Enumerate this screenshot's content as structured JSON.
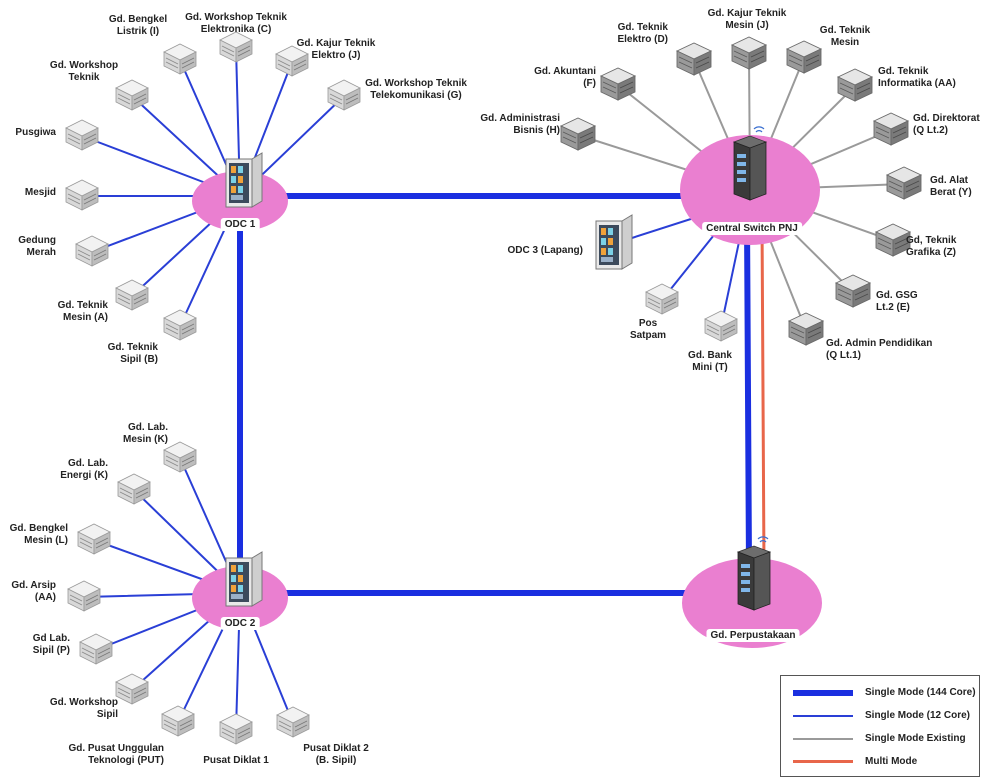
{
  "colors": {
    "single_mode_144": "#1a2fe0",
    "single_mode_12": "#2a3fd6",
    "single_mode_existing": "#9a9a9a",
    "multi_mode": "#e8664a",
    "hub_fill": "#ea7fd0"
  },
  "hubs": {
    "odc1": "ODC 1",
    "odc2": "ODC 2",
    "central": "Central Switch PNJ",
    "perpustakaan": "Gd. Perpustakaan"
  },
  "odc3": "ODC 3 (Lapang)",
  "odc1_buildings": [
    "Gd. Bengkel\nListrik (I)",
    "Gd. Workshop Teknik\nElektronika (C)",
    "Gd. Kajur Teknik\nElektro (J)",
    "Gd. Workshop Teknik\nTelekomunikasi (G)",
    "Gd. Workshop\nTeknik",
    "Pusgiwa",
    "Mesjid",
    "Gedung\nMerah",
    "Gd. Teknik\nMesin (A)",
    "Gd. Teknik\nSipil (B)"
  ],
  "odc2_buildings": [
    "Gd. Lab.\nMesin (K)",
    "Gd. Lab.\nEnergi (K)",
    "Gd. Bengkel\nMesin (L)",
    "Gd. Arsip\n(AA)",
    "Gd Lab.\nSipil (P)",
    "Gd. Workshop\nSipil",
    "Gd. Pusat Unggulan\nTeknologi (PUT)",
    "Pusat Diklat 1",
    "Pusat Diklat 2\n(B. Sipil)"
  ],
  "central_buildings": [
    "Gd. Teknik\nElektro (D)",
    "Gd. Kajur Teknik\nMesin (J)",
    "Gd. Teknik\nMesin",
    "Gd. Akuntani\n(F)",
    "Gd. Teknik\nInformatika (AA)",
    "Gd. Administrasi\nBisnis (H)",
    "Gd. Direktorat\n(Q Lt.2)",
    "Gd. Alat\nBerat (Y)",
    "Gd, Teknik\nGrafika (Z)",
    "Gd. GSG\nLt.2 (E)",
    "Gd. Admin Pendidikan\n(Q Lt.1)",
    "Pos\nSatpam",
    "Gd. Bank\nMini (T)"
  ],
  "legend": [
    {
      "label": "Single Mode (144 Core)",
      "color": "#1a2fe0",
      "width": 6
    },
    {
      "label": "Single Mode (12 Core)",
      "color": "#2a3fd6",
      "width": 2
    },
    {
      "label": "Single Mode Existing",
      "color": "#9a9a9a",
      "width": 2
    },
    {
      "label": "Multi Mode",
      "color": "#e8664a",
      "width": 3
    }
  ]
}
